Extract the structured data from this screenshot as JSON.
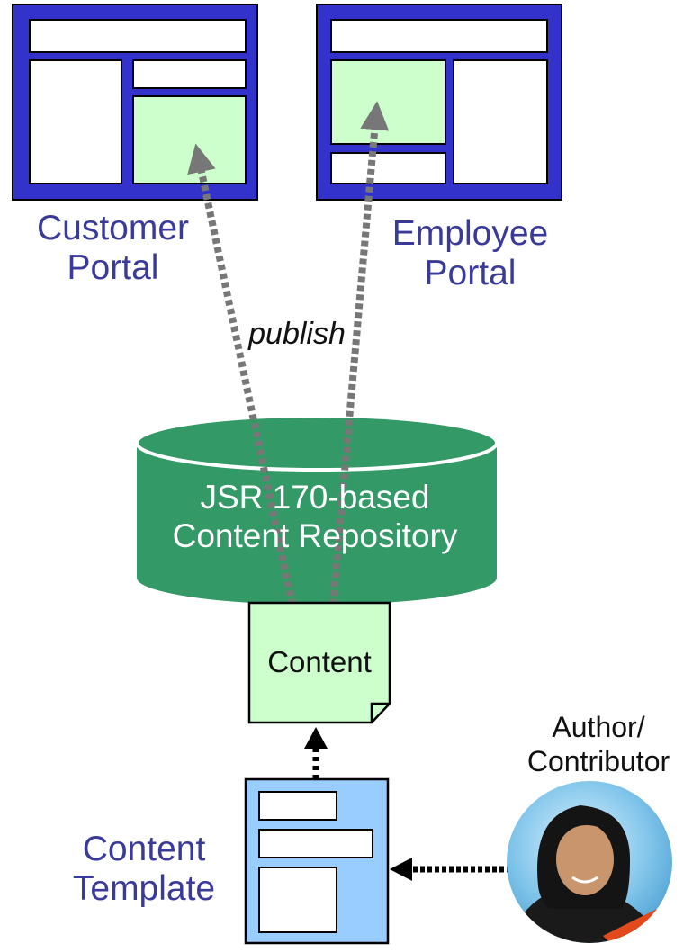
{
  "labels": {
    "customer_portal": "Customer Portal",
    "employee_portal": "Employee Portal",
    "publish": "publish",
    "repository": "JSR 170-based Content Repository",
    "content": "Content",
    "content_template": "Content Template",
    "author": "Author/ Contributor"
  },
  "colors": {
    "portal_frame": "#3333cc",
    "portal_highlight": "#ccffcc",
    "repository": "#339966",
    "template_fill": "#99ccff",
    "arrow_gray": "#777777",
    "label_blue": "#3a3a9a"
  },
  "icons": {
    "author": "person-photo-icon"
  }
}
